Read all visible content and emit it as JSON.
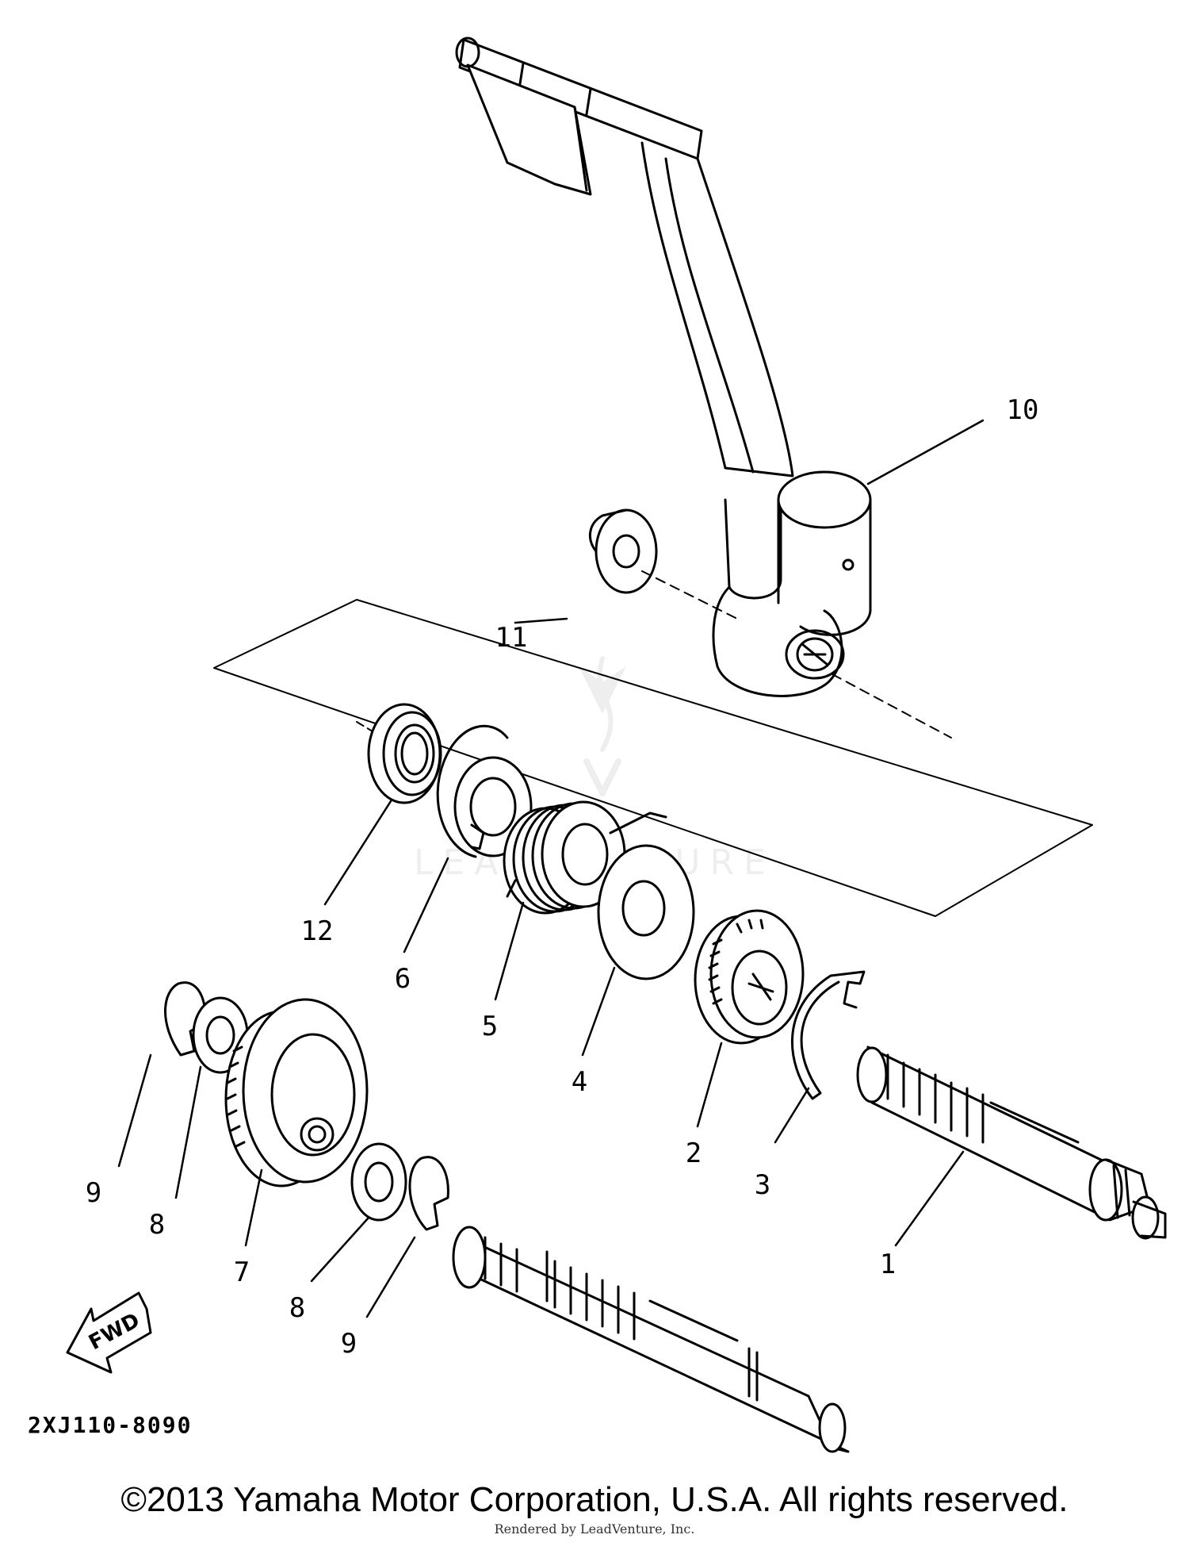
{
  "diagram": {
    "callouts": [
      "1",
      "2",
      "3",
      "4",
      "5",
      "6",
      "7",
      "8",
      "9",
      "10",
      "11",
      "12"
    ],
    "fwd_label": "FWD",
    "drawing_code": "2XJ110-8090"
  },
  "watermark": {
    "text": "LEADVENTURE",
    "color": "#d8d8d8"
  },
  "footer": {
    "copyright": "©2013 Yamaha Motor Corporation, U.S.A. All rights reserved.",
    "rendered_by": "Rendered by LeadVenture, Inc."
  }
}
